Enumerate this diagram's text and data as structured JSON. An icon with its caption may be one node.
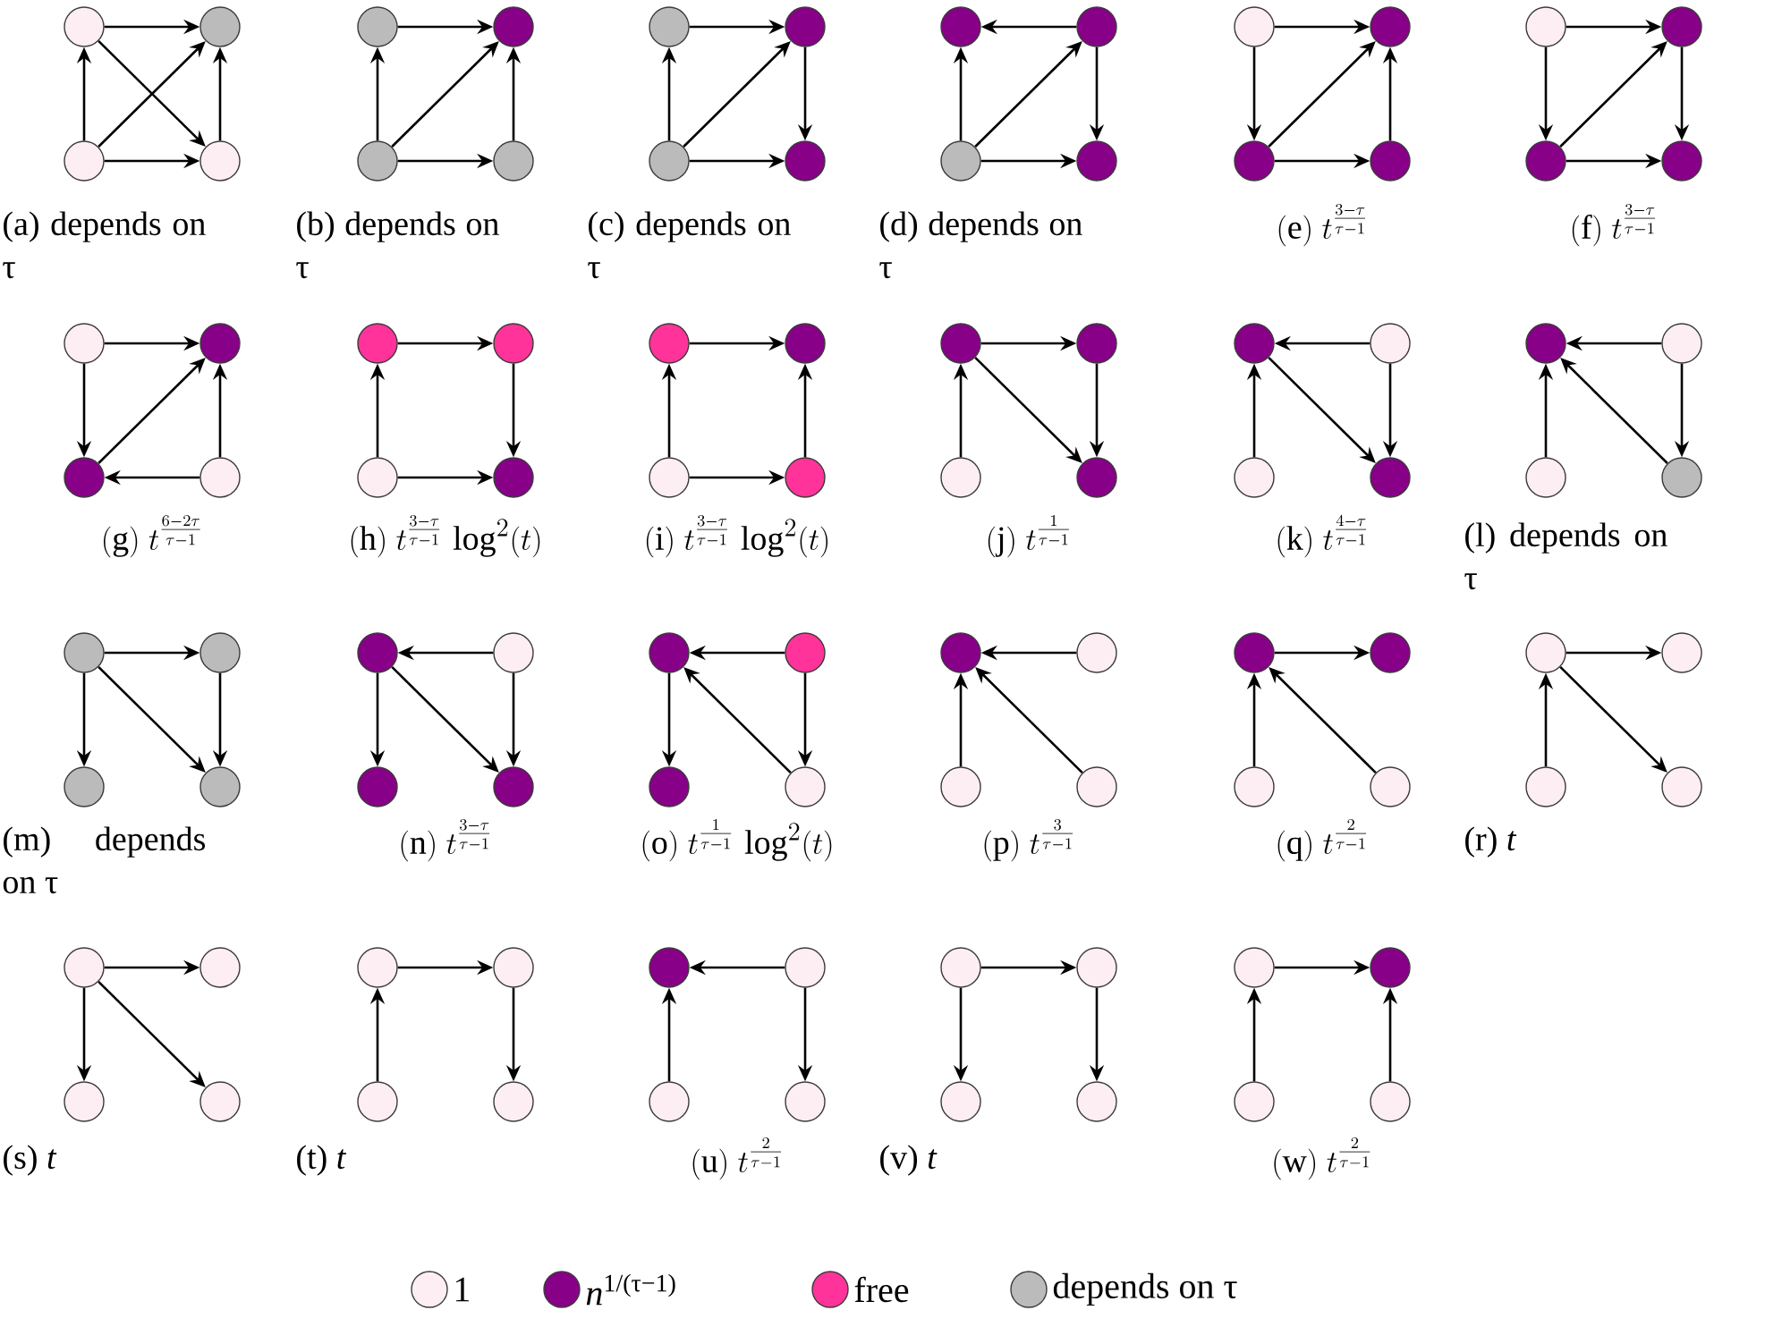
{
  "diagram": {
    "nodes": [
      {
        "text": [],
        "shape": "circle"
      },
      {
        "text": [],
        "shape": "circle"
      },
      {
        "text": [],
        "shape": "circle"
      },
      {
        "text": [],
        "shape": "circle"
      },
      {
        "text": [],
        "shape": "circle"
      },
      {
        "text": [],
        "shape": "circle"
      },
      {
        "text": [],
        "shape": "circle"
      },
      {
        "text": [],
        "shape": "circle"
      },
      {
        "text": [],
        "shape": "circle"
      },
      {
        "text": [],
        "shape": "circle"
      },
      {
        "text": [],
        "shape": "circle"
      },
      {
        "text": [],
        "shape": "circle"
      },
      {
        "text": [],
        "shape": "circle"
      },
      {
        "text": [],
        "shape": "circle"
      },
      {
        "text": [],
        "shape": "circle"
      },
      {
        "text": [],
        "shape": "circle"
      },
      {
        "text": [],
        "shape": "circle"
      },
      {
        "text": [],
        "shape": "circle"
      },
      {
        "text": [],
        "shape": "circle"
      },
      {
        "text": [],
        "shape": "circle"
      },
      {
        "text": [],
        "shape": "circle"
      },
      {
        "text": [],
        "shape": "circle"
      },
      {
        "text": [],
        "shape": "circle"
      },
      {
        "text": [],
        "shape": "circle"
      },
      {
        "text": [],
        "shape": "circle"
      },
      {
        "text": [],
        "shape": "circle"
      },
      {
        "text": [],
        "shape": "circle"
      },
      {
        "text": [],
        "shape": "circle"
      },
      {
        "text": [],
        "shape": "circle"
      },
      {
        "text": [],
        "shape": "circle"
      },
      {
        "text": [],
        "shape": "circle"
      },
      {
        "text": [],
        "shape": "circle"
      },
      {
        "text": [],
        "shape": "circle"
      },
      {
        "text": [],
        "shape": "circle"
      },
      {
        "text": [],
        "shape": "circle"
      },
      {
        "text": [],
        "shape": "circle"
      },
      {
        "text": [],
        "shape": "circle"
      },
      {
        "text": [],
        "shape": "circle"
      },
      {
        "text": [],
        "shape": "circle"
      },
      {
        "text": [],
        "shape": "circle"
      },
      {
        "text": [],
        "shape": "circle"
      },
      {
        "text": [],
        "shape": "circle"
      },
      {
        "text": [],
        "shape": "circle"
      },
      {
        "text": [],
        "shape": "circle"
      },
      {
        "text": [],
        "shape": "circle"
      },
      {
        "text": [],
        "shape": "circle"
      },
      {
        "text": [],
        "shape": "circle"
      },
      {
        "text": [],
        "shape": "circle"
      },
      {
        "text": [],
        "shape": "circle"
      },
      {
        "text": [],
        "shape": "circle"
      },
      {
        "text": [],
        "shape": "circle"
      },
      {
        "text": [],
        "shape": "circle"
      },
      {
        "text": [],
        "shape": "circle"
      },
      {
        "text": [],
        "shape": "circle"
      },
      {
        "text": [],
        "shape": "circle"
      },
      {
        "text": [],
        "shape": "circle"
      },
      {
        "text": [],
        "shape": "circle"
      },
      {
        "text": [],
        "shape": "circle"
      },
      {
        "text": [],
        "shape": "circle"
      },
      {
        "text": [],
        "shape": "circle"
      },
      {
        "text": [],
        "shape": "circle"
      },
      {
        "text": [],
        "shape": "circle"
      },
      {
        "text": [],
        "shape": "circle"
      },
      {
        "text": [],
        "shape": "circle"
      },
      {
        "text": [],
        "shape": "circle"
      },
      {
        "text": [],
        "shape": "circle"
      },
      {
        "text": [],
        "shape": "circle"
      },
      {
        "text": [],
        "shape": "circle"
      },
      {
        "text": [],
        "shape": "circle"
      },
      {
        "text": [],
        "shape": "circle"
      },
      {
        "text": [],
        "shape": "circle"
      },
      {
        "text": [],
        "shape": "circle"
      },
      {
        "text": [],
        "shape": "circle"
      },
      {
        "text": [],
        "shape": "circle"
      },
      {
        "text": [],
        "shape": "circle"
      },
      {
        "text": [],
        "shape": "circle"
      },
      {
        "text": [],
        "shape": "circle"
      },
      {
        "text": [],
        "shape": "circle"
      },
      {
        "text": [],
        "shape": "circle"
      },
      {
        "text": [],
        "shape": "circle"
      },
      {
        "text": [],
        "shape": "circle"
      },
      {
        "text": [],
        "shape": "circle"
      },
      {
        "text": [],
        "shape": "circle"
      },
      {
        "text": [],
        "shape": "circle"
      },
      {
        "text": [],
        "shape": "circle"
      },
      {
        "text": [],
        "shape": "circle"
      },
      {
        "text": [],
        "shape": "circle"
      },
      {
        "text": [],
        "shape": "circle"
      },
      {
        "text": [],
        "shape": "circle"
      },
      {
        "text": [],
        "shape": "circle"
      },
      {
        "text": [],
        "shape": "circle"
      },
      {
        "text": [],
        "shape": "circle"
      }
    ],
    "edges": [
      {
        "from": 0,
        "to": 1,
        "arrow": "to"
      },
      {
        "from": 2,
        "to": 0,
        "arrow": "to"
      },
      {
        "from": 2,
        "to": 1,
        "arrow": "to"
      },
      {
        "from": 0,
        "to": 3,
        "arrow": "to"
      },
      {
        "from": 2,
        "to": 3,
        "arrow": "to"
      },
      {
        "from": 3,
        "to": 1,
        "arrow": "to"
      },
      {
        "from": 4,
        "to": 5,
        "arrow": "to"
      },
      {
        "from": 6,
        "to": 4,
        "arrow": "to"
      },
      {
        "from": 6,
        "to": 5,
        "arrow": "to"
      },
      {
        "from": 6,
        "to": 7,
        "arrow": "to"
      },
      {
        "from": 7,
        "to": 5,
        "arrow": "to"
      },
      {
        "from": 8,
        "to": 9,
        "arrow": "to"
      },
      {
        "from": 10,
        "to": 8,
        "arrow": "to"
      },
      {
        "from": 10,
        "to": 9,
        "arrow": "to"
      },
      {
        "from": 10,
        "to": 11,
        "arrow": "to"
      },
      {
        "from": 9,
        "to": 11,
        "arrow": "to"
      },
      {
        "from": 13,
        "to": 12,
        "arrow": "to"
      },
      {
        "from": 14,
        "to": 12,
        "arrow": "to"
      },
      {
        "from": 14,
        "to": 13,
        "arrow": "to"
      },
      {
        "from": 13,
        "to": 15,
        "arrow": "to"
      },
      {
        "from": 14,
        "to": 15,
        "arrow": "to"
      },
      {
        "from": 16,
        "to": 17,
        "arrow": "to"
      },
      {
        "from": 16,
        "to": 18,
        "arrow": "to"
      },
      {
        "from": 18,
        "to": 17,
        "arrow": "to"
      },
      {
        "from": 18,
        "to": 19,
        "arrow": "to"
      },
      {
        "from": 19,
        "to": 17,
        "arrow": "to"
      },
      {
        "from": 20,
        "to": 21,
        "arrow": "to"
      },
      {
        "from": 20,
        "to": 22,
        "arrow": "to"
      },
      {
        "from": 22,
        "to": 21,
        "arrow": "to"
      },
      {
        "from": 22,
        "to": 23,
        "arrow": "to"
      },
      {
        "from": 21,
        "to": 23,
        "arrow": "to"
      },
      {
        "from": 24,
        "to": 25,
        "arrow": "to"
      },
      {
        "from": 24,
        "to": 26,
        "arrow": "to"
      },
      {
        "from": 26,
        "to": 25,
        "arrow": "to"
      },
      {
        "from": 27,
        "to": 26,
        "arrow": "to"
      },
      {
        "from": 27,
        "to": 25,
        "arrow": "to"
      },
      {
        "from": 28,
        "to": 29,
        "arrow": "to"
      },
      {
        "from": 30,
        "to": 28,
        "arrow": "to"
      },
      {
        "from": 29,
        "to": 31,
        "arrow": "to"
      },
      {
        "from": 30,
        "to": 31,
        "arrow": "to"
      },
      {
        "from": 32,
        "to": 33,
        "arrow": "to"
      },
      {
        "from": 34,
        "to": 32,
        "arrow": "to"
      },
      {
        "from": 34,
        "to": 35,
        "arrow": "to"
      },
      {
        "from": 35,
        "to": 33,
        "arrow": "to"
      },
      {
        "from": 36,
        "to": 37,
        "arrow": "to"
      },
      {
        "from": 38,
        "to": 36,
        "arrow": "to"
      },
      {
        "from": 36,
        "to": 39,
        "arrow": "to"
      },
      {
        "from": 37,
        "to": 39,
        "arrow": "to"
      },
      {
        "from": 41,
        "to": 40,
        "arrow": "to"
      },
      {
        "from": 42,
        "to": 40,
        "arrow": "to"
      },
      {
        "from": 40,
        "to": 43,
        "arrow": "to"
      },
      {
        "from": 41,
        "to": 43,
        "arrow": "to"
      },
      {
        "from": 45,
        "to": 44,
        "arrow": "to"
      },
      {
        "from": 46,
        "to": 44,
        "arrow": "to"
      },
      {
        "from": 47,
        "to": 44,
        "arrow": "to"
      },
      {
        "from": 45,
        "to": 47,
        "arrow": "to"
      },
      {
        "from": 48,
        "to": 49,
        "arrow": "to"
      },
      {
        "from": 48,
        "to": 50,
        "arrow": "to"
      },
      {
        "from": 48,
        "to": 51,
        "arrow": "to"
      },
      {
        "from": 49,
        "to": 51,
        "arrow": "to"
      },
      {
        "from": 53,
        "to": 52,
        "arrow": "to"
      },
      {
        "from": 52,
        "to": 54,
        "arrow": "to"
      },
      {
        "from": 52,
        "to": 55,
        "arrow": "to"
      },
      {
        "from": 53,
        "to": 55,
        "arrow": "to"
      },
      {
        "from": 57,
        "to": 56,
        "arrow": "to"
      },
      {
        "from": 56,
        "to": 58,
        "arrow": "to"
      },
      {
        "from": 59,
        "to": 56,
        "arrow": "to"
      },
      {
        "from": 57,
        "to": 59,
        "arrow": "to"
      },
      {
        "from": 61,
        "to": 60,
        "arrow": "to"
      },
      {
        "from": 62,
        "to": 60,
        "arrow": "to"
      },
      {
        "from": 63,
        "to": 60,
        "arrow": "to"
      },
      {
        "from": 64,
        "to": 65,
        "arrow": "to"
      },
      {
        "from": 66,
        "to": 64,
        "arrow": "to"
      },
      {
        "from": 67,
        "to": 64,
        "arrow": "to"
      },
      {
        "from": 68,
        "to": 69,
        "arrow": "to"
      },
      {
        "from": 70,
        "to": 68,
        "arrow": "to"
      },
      {
        "from": 68,
        "to": 71,
        "arrow": "to"
      },
      {
        "from": 72,
        "to": 73,
        "arrow": "to"
      },
      {
        "from": 72,
        "to": 74,
        "arrow": "to"
      },
      {
        "from": 72,
        "to": 75,
        "arrow": "to"
      },
      {
        "from": 76,
        "to": 77,
        "arrow": "to"
      },
      {
        "from": 78,
        "to": 76,
        "arrow": "to"
      },
      {
        "from": 77,
        "to": 79,
        "arrow": "to"
      },
      {
        "from": 81,
        "to": 80,
        "arrow": "to"
      },
      {
        "from": 82,
        "to": 80,
        "arrow": "to"
      },
      {
        "from": 81,
        "to": 83,
        "arrow": "to"
      },
      {
        "from": 84,
        "to": 85,
        "arrow": "to"
      },
      {
        "from": 84,
        "to": 86,
        "arrow": "to"
      },
      {
        "from": 85,
        "to": 87,
        "arrow": "to"
      },
      {
        "from": 88,
        "to": 89,
        "arrow": "to"
      },
      {
        "from": 90,
        "to": 88,
        "arrow": "to"
      },
      {
        "from": 91,
        "to": 89,
        "arrow": "to"
      }
    ],
    "labels": [
      "(a) depends on τ",
      "(b) depends on τ",
      "(c) depends on τ",
      "(d) depends on τ",
      "\\mathrm{(e)}\\; t^{\\frac{3-\\tau}{\\tau-1}}",
      "\\mathrm{(f)}\\; t^{\\frac{3-\\tau}{\\tau-1}}",
      "\\mathrm{(g)}\\; t^{\\frac{6-2\\tau}{\\tau-1}}",
      "\\mathrm{(h)}\\; t^{\\frac{3-\\tau}{\\tau-1}}\\,\\log^2(t)",
      "\\mathrm{(i)}\\; t^{\\frac{3-\\tau}{\\tau-1}}\\,\\log^2(t)",
      "\\mathrm{(j)}\\; t^{\\frac{1}{\\tau-1}}",
      "\\mathrm{(k)}\\; t^{\\frac{4-\\tau}{\\tau-1}}",
      "(l) depends on τ",
      "(m) depends on τ",
      "\\mathrm{(n)}\\; t^{\\frac{3-\\tau}{\\tau-1}}",
      "\\mathrm{(o)}\\; t^{\\frac{1}{\\tau-1}}\\,\\log^2(t)",
      "\\mathrm{(p)}\\; t^{\\frac{3}{\\tau-1}}",
      "\\mathrm{(q)}\\; t^{\\frac{2}{\\tau-1}}",
      "(r) *t*",
      "(s) *t*",
      "(t) *t*",
      "\\mathrm{(u)}\\; t^{\\frac{2}{\\tau-1}}",
      "(v) *t*",
      "\\mathrm{(w)}\\; t^{\\frac{2}{\\tau-1}}"
    ],
    "legend": [
      {
        "text": "1",
        "color": "#fdeef4"
      },
      {
        "text": "*n*$^{1/(τ−1)}$",
        "color": "#880088"
      },
      {
        "text": "free",
        "color": "#ff3399"
      },
      {
        "text": "depends on τ",
        "color": "#bbbbbb"
      }
    ]
  }
}
